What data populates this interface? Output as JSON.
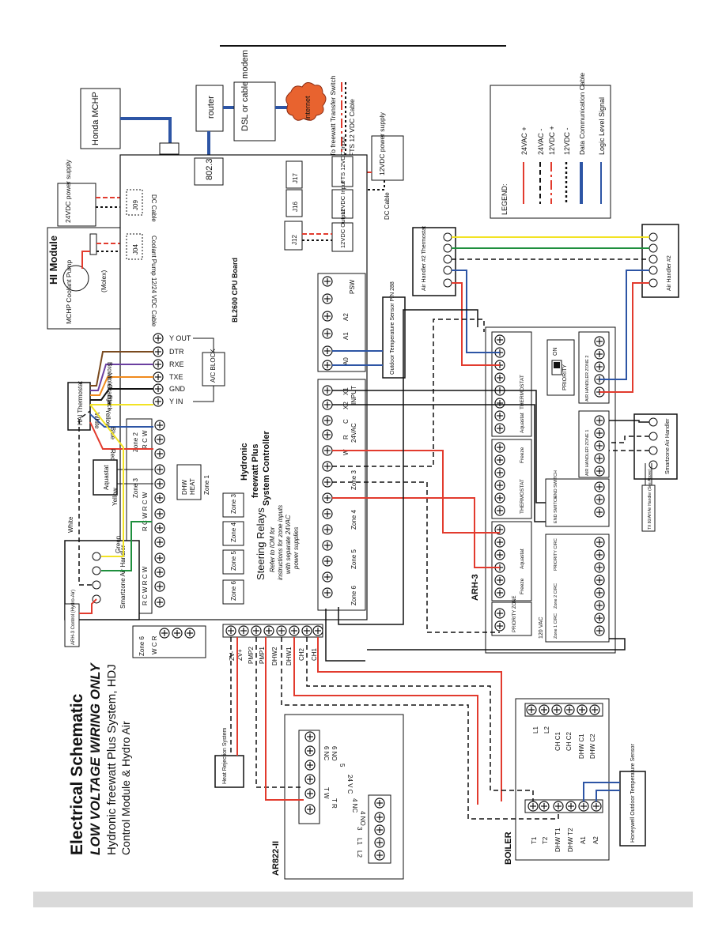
{
  "title": {
    "main": "Electrical Schematic",
    "sub": "LOW VOLTAGE WIRING ONLY",
    "line3": "Hydronic freewatt Plus System, HDJ",
    "line4": "Control Module & Hydro Air"
  },
  "legend": {
    "heading": "LEGEND:",
    "items": [
      "24VAC +",
      "24VAC -",
      "12VDC +",
      "12VDC -",
      "Data Communication Cable",
      "Logic Level Signal"
    ]
  },
  "colors": {
    "red": "#e23b2e",
    "blue": "#2d55a5",
    "green": "#1e8f3d",
    "yellow": "#f2e324",
    "brown": "#7a4a1e",
    "violet": "#6b3fa0",
    "orange": "#f08a1c",
    "black": "#111111"
  },
  "components": {
    "honda": "Honda MCHP",
    "router": "router",
    "modem": "DSL or cable modem",
    "internet": "Internet",
    "fts_label": "To freewatt Transfer Switch",
    "fts_cable": "FTS 12 VDC Cable",
    "psu12": "12VDC power supply",
    "psu24": "24VDC power supply",
    "hi_module": "HI Module",
    "pump": "MCHP Coolant Pump",
    "molex": "(Molex)",
    "controller_line1": "Hydronic",
    "controller_line2": "freewatt Plus",
    "controller_line3": "System Controller",
    "cpu": "BL2600 CPU Board",
    "relays": "Steering Relays",
    "relays_note1": "Refer to IOM for",
    "relays_note2": "instructions for zone inputs",
    "relays_note3": "with separate 24VAC",
    "relays_note4": "power supplies",
    "ac_block": "A/C BLOCK",
    "hai": "HAI Thermostat",
    "aquastat": "Aquastat",
    "smartzone": "Smartzone Air Handler",
    "arh3": "ARH-3",
    "ar822": "AR822-II",
    "boiler": "BOILER",
    "heat_rej": "Heat Rejection System",
    "outdoor_sensor": "Outdoor Temperature Sensor P/N 288",
    "honeywell_sensor": "Honeywell Outdoor Temperature Sensor",
    "ah2": "Air Handler #2",
    "ah2_tstat": "Air Handler #2 Thermostat",
    "arh3_ctrl": "ARH-3 Control (Hydro-Air)",
    "arh_tstat": "TX 80/AH Air Handler (See Above)"
  },
  "ports": {
    "p8023": "802.3",
    "j17": "J17",
    "j16": "J16",
    "j12": "J12",
    "j09": "J09",
    "j04": "J04",
    "fts_in": "FTS 12VDC Input",
    "in12": "12VDC Input",
    "out12": "12VDC Output",
    "dc_cable": "DC Cable",
    "dc_cable2": "DC Cable",
    "coolant_cable": "Coolant Pump 12/24 VDC Cable",
    "psw": "PSW",
    "a0": "A0",
    "a1": "A1",
    "a2": "A2"
  },
  "signals": [
    "Y OUT",
    "DTR",
    "RXE",
    "TXE",
    "GND",
    "Y IN"
  ],
  "wire_colors": [
    "Brown",
    "Violet",
    "Orange",
    "Black",
    "Yellow",
    "White",
    "Blue",
    "Red"
  ],
  "wire_labels": {
    "white": "White",
    "yellow": "Yellow",
    "green": "Green"
  },
  "zones": [
    "Zone 1",
    "Zone 2",
    "Zone 3",
    "Zone 4",
    "Zone 5",
    "Zone 6"
  ],
  "zone_terms": {
    "z2": "R  C  W",
    "z3": "R  C  W  R  C  W",
    "z45": "R  C  W  R  C  W",
    "z6": "W  C  R",
    "dhw": "DHW",
    "heat": "HEAT"
  },
  "inputs": {
    "x2": "X2",
    "x1": "X1",
    "input": "INPUT",
    "vac": "24VAC",
    "w": "W",
    "r": "R",
    "c": "C"
  },
  "ar_terms": [
    "ZV-",
    "ZV+",
    "PMP2",
    "PMP1",
    "DHW2",
    "DHW1",
    "CH2",
    "CH1"
  ],
  "ar822_terms": [
    "6 NC",
    "6 NO",
    "5",
    "24 V C",
    "T W",
    "T R"
  ],
  "ar822_left": [
    "4 NC",
    "4 NO",
    "3",
    "L1",
    "L2"
  ],
  "boiler_terms": [
    "T1",
    "T2",
    "DHW T1",
    "DHW T2",
    "A1",
    "A2"
  ],
  "boiler_power": [
    "L1",
    "L2",
    "CH C1",
    "CH C2",
    "DHW C1",
    "DHW C2"
  ],
  "arh3_sections": [
    "PRIORITY ZONE",
    "Freeze",
    "Aquastat",
    "THERMOSTAT",
    "Freeze",
    "Aquastat",
    "THERMOSTAT",
    "Zone 1 CIRC",
    "Zone 2 CIRC",
    "PRIORITY CIRC",
    "END SWITCH",
    "END SWITCH",
    "AIR HANDLER ZONE 1",
    "AIR HANDLER ZONE 2",
    "PRIORITY",
    "ON",
    "120 VAC"
  ]
}
